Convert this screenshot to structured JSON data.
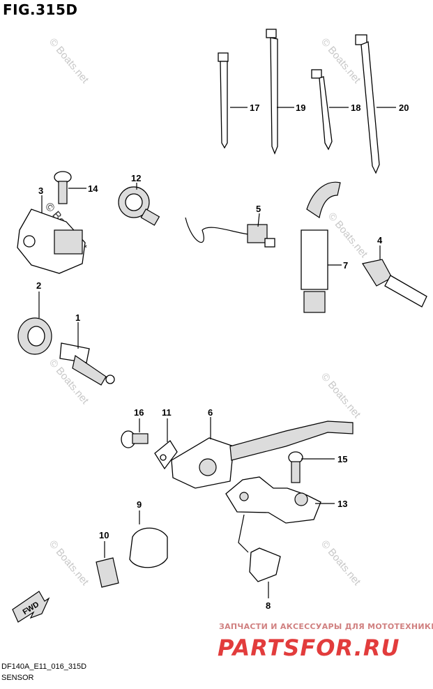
{
  "figure": {
    "title": "FIG.315D"
  },
  "callouts": [
    "1",
    "2",
    "3",
    "4",
    "5",
    "6",
    "7",
    "8",
    "9",
    "10",
    "11",
    "12",
    "13",
    "14",
    "15",
    "16",
    "17",
    "18",
    "19",
    "20"
  ],
  "watermark": "© Boats.net",
  "direction_label": "FWD",
  "banner": {
    "top_text": "ЗАПЧАСТИ И АКСЕССУАРЫ ДЛЯ МОТОТЕХНИКИ",
    "logo_text": "PARTSFOR.RU"
  },
  "footer": {
    "code": "DF140A_E11_016_315D",
    "name": "SENSOR"
  }
}
